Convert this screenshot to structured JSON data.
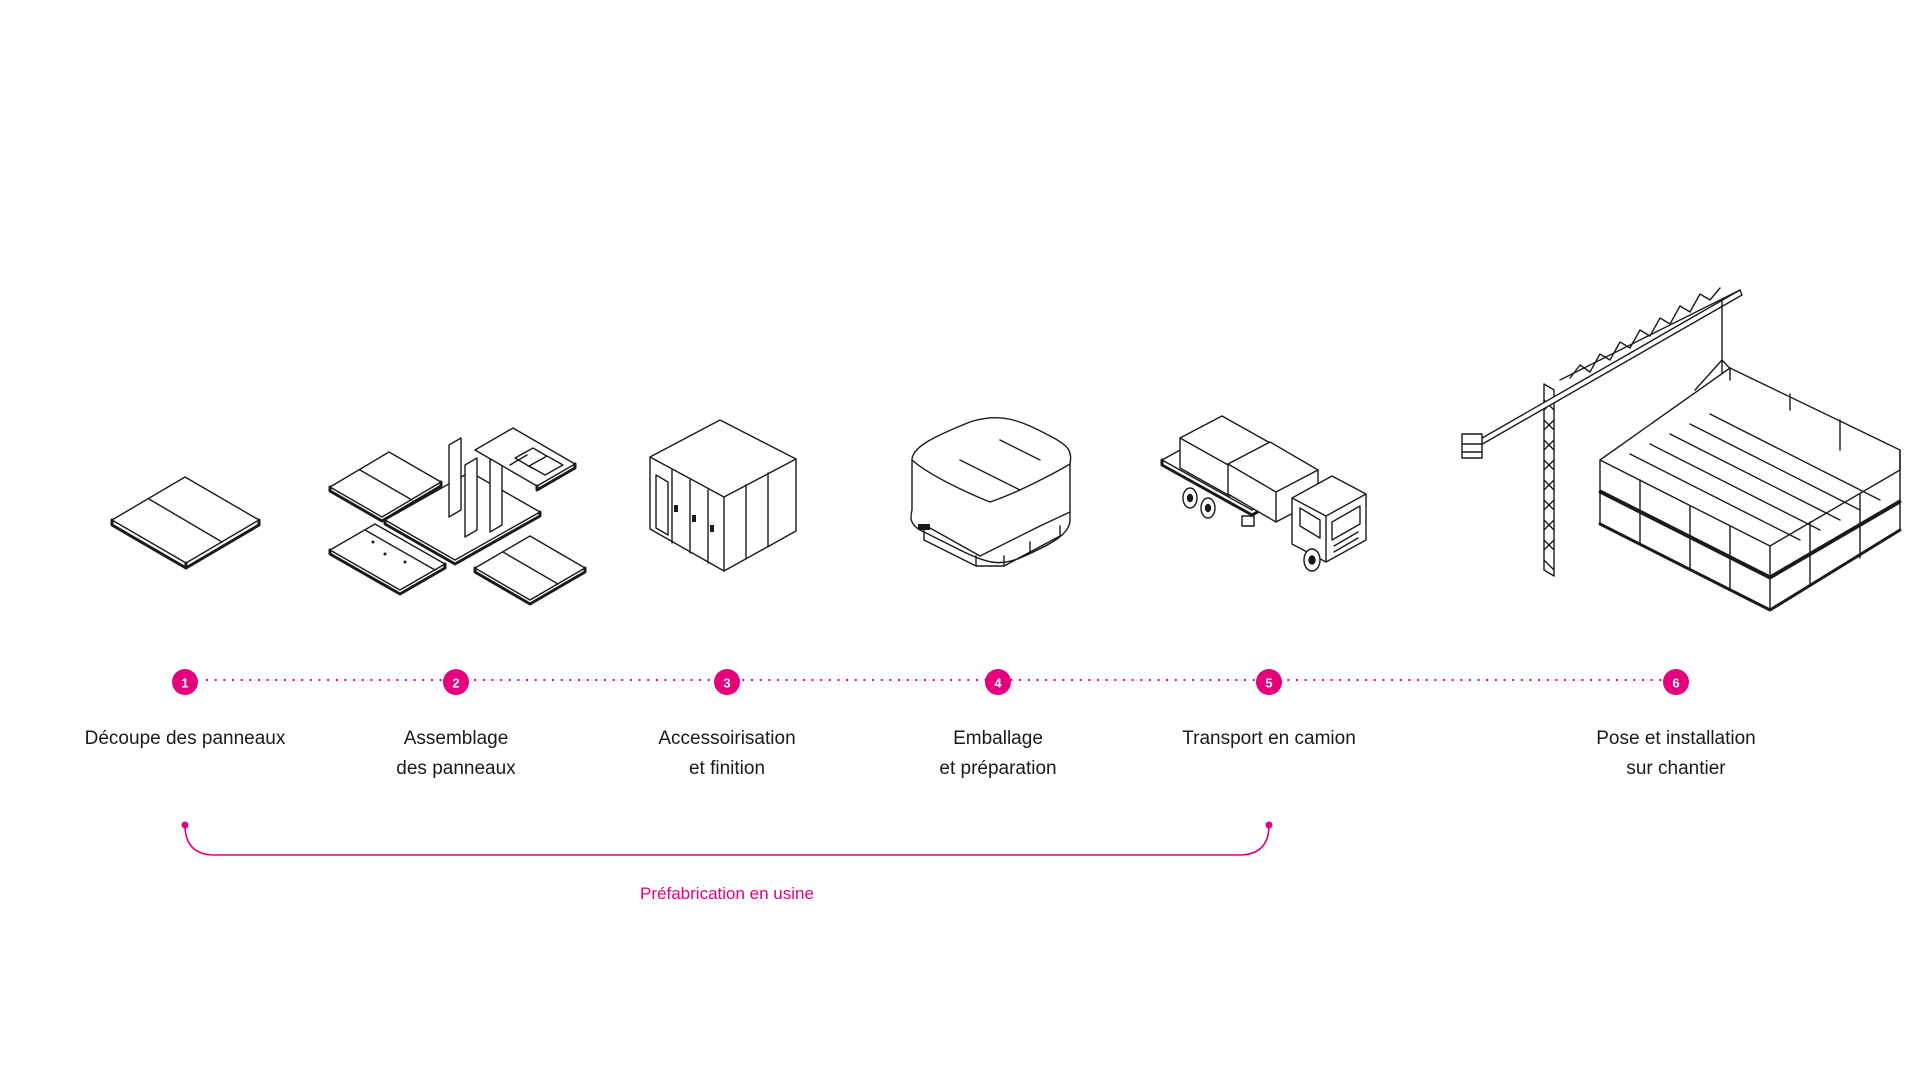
{
  "colors": {
    "accent": "#e5007e",
    "ink": "#1a1a1a",
    "background": "#ffffff"
  },
  "steps": [
    {
      "number": "1",
      "label_lines": [
        "Découpe des panneaux"
      ],
      "icon": "flat-panel-icon"
    },
    {
      "number": "2",
      "label_lines": [
        "Assemblage",
        "des panneaux"
      ],
      "icon": "panel-assembly-icon"
    },
    {
      "number": "3",
      "label_lines": [
        "Accessoirisation",
        "et finition"
      ],
      "icon": "finished-module-icon"
    },
    {
      "number": "4",
      "label_lines": [
        "Emballage",
        "et préparation"
      ],
      "icon": "wrapped-module-icon"
    },
    {
      "number": "5",
      "label_lines": [
        "Transport en camion"
      ],
      "icon": "truck-icon"
    },
    {
      "number": "6",
      "label_lines": [
        "Pose et installation",
        "sur chantier"
      ],
      "icon": "crane-building-icon"
    }
  ],
  "bracket": {
    "label": "Préfabrication en usine",
    "from_step": 1,
    "to_step": 5
  }
}
